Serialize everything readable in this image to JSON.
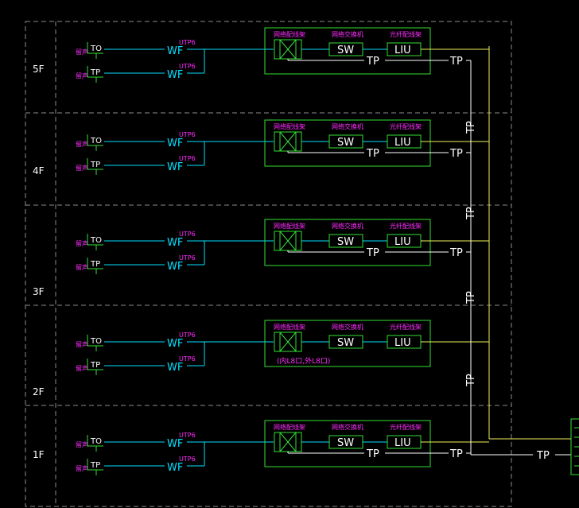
{
  "colors": {
    "background": "#000000",
    "frame_dashed": "#8c8c8c",
    "horizontal_cable": "#00e0ff",
    "equipment_box": "#35e035",
    "fiber_backbone": "#f2f25a",
    "copper_backbone": "#ffffff",
    "annotation_text": "#ff2cff",
    "device_label": "#ffffff"
  },
  "floors": [
    {
      "label": "5F",
      "outlets": [
        {
          "tag": "TO",
          "mark": "留声"
        },
        {
          "tag": "TP",
          "mark": "留声"
        }
      ],
      "panel_labels": [
        "网络配线架",
        "网络交换机",
        "光纤配线架"
      ],
      "wf_cable_tag": "UTP6",
      "devices": {
        "wf": "WF",
        "switch": "SW",
        "liu": "LIU",
        "tp_inner": "TP",
        "tp_outer": "TP",
        "tp_riser": ""
      }
    },
    {
      "label": "4F",
      "outlets": [
        {
          "tag": "TO",
          "mark": "留声"
        },
        {
          "tag": "TP",
          "mark": "留声"
        }
      ],
      "panel_labels": [
        "网络配线架",
        "网络交换机",
        "光纤配线架"
      ],
      "wf_cable_tag": "UTP6",
      "devices": {
        "wf": "WF",
        "switch": "SW",
        "liu": "LIU",
        "tp_inner": "TP",
        "tp_outer": "TP",
        "tp_riser": "TP"
      }
    },
    {
      "label": "3F",
      "outlets": [
        {
          "tag": "TO",
          "mark": "留声"
        },
        {
          "tag": "TP",
          "mark": "留声"
        }
      ],
      "panel_labels": [
        "网络配线架",
        "网络交换机",
        "光纤配线架"
      ],
      "wf_cable_tag": "UTP6",
      "devices": {
        "wf": "WF",
        "switch": "SW",
        "liu": "LIU",
        "tp_inner": "TP",
        "tp_outer": "TP",
        "tp_riser": "TP"
      }
    },
    {
      "label": "2F",
      "outlets": [
        {
          "tag": "TO",
          "mark": "留声"
        },
        {
          "tag": "TP",
          "mark": "留声"
        }
      ],
      "panel_labels": [
        "网络配线架",
        "网络交换机",
        "光纤配线架"
      ],
      "wf_cable_tag": "UTP6",
      "note": "(内L8口,外L8口)",
      "devices": {
        "wf": "WF",
        "switch": "SW",
        "liu": "LIU",
        "tp_inner": "",
        "tp_outer": "",
        "tp_riser": "TP"
      }
    },
    {
      "label": "1F",
      "outlets": [
        {
          "tag": "TO",
          "mark": "留声"
        },
        {
          "tag": "TP",
          "mark": "留声"
        }
      ],
      "panel_labels": [
        "网络配线架",
        "网络交换机",
        "光纤配线架"
      ],
      "wf_cable_tag": "UTP6",
      "devices": {
        "wf": "WF",
        "switch": "SW",
        "liu": "LIU",
        "tp_inner": "TP",
        "tp_outer": "TP",
        "tp_riser": "TP"
      }
    }
  ],
  "building_entry": {
    "tp_label": "TP"
  }
}
